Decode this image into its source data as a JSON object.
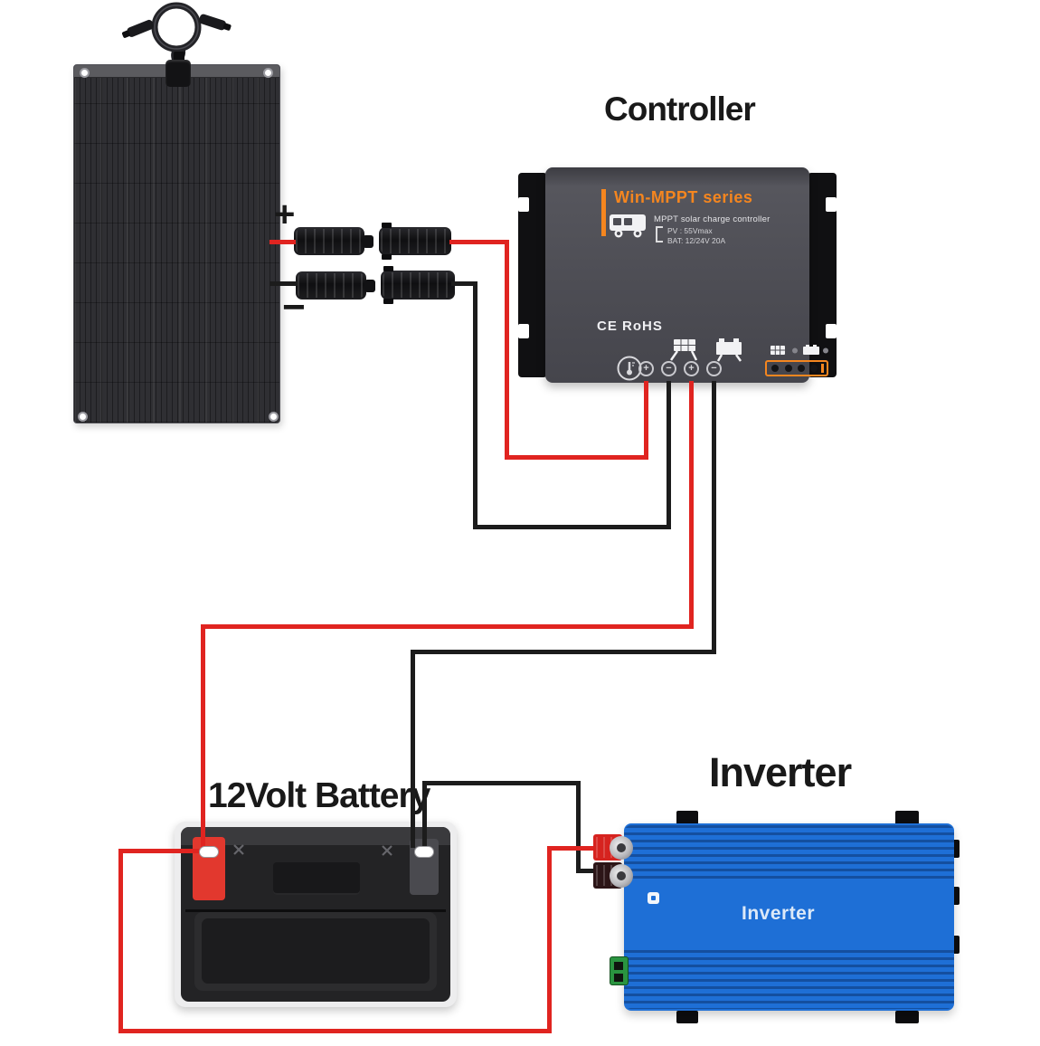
{
  "panel": {
    "plus": "+",
    "minus": "−"
  },
  "controller": {
    "label": "Controller",
    "series": "Win-MPPT  series",
    "subtitle": "MPPT solar charge controller",
    "spec_pv": "PV :  55Vmax",
    "spec_bat": "BAT:  12/24V   20A",
    "cert": "CE RoHS",
    "ports": {
      "pv_plus": "+",
      "pv_minus": "−",
      "bat_plus": "+",
      "bat_minus": "−"
    }
  },
  "battery": {
    "label": "12Volt Battery"
  },
  "inverter": {
    "label": "Inverter",
    "front_label": "Inverter"
  },
  "colors": {
    "wire_red": "#e02420",
    "wire_black": "#1c1c1c",
    "accent_orange": "#f5861f",
    "inverter_blue": "#1e6fd6",
    "battery_terminal_red": "#e2382e"
  }
}
